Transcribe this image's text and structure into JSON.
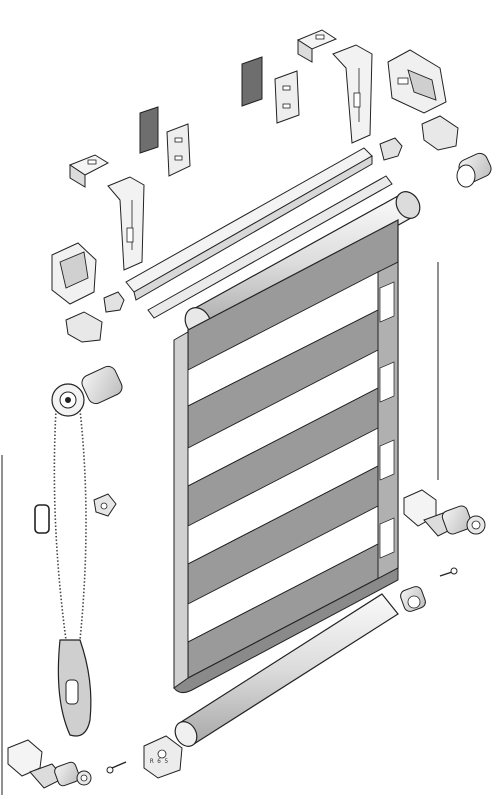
{
  "diagram": {
    "colors": {
      "fabric": "#9a9a9a",
      "fabric_dark": "#7d7d7d",
      "sheer": "#ffffff",
      "metal": "#e6e6e6",
      "outline": "#222222",
      "pad": "#6e6e6e",
      "shade": "#c8c8c8"
    },
    "part_icons": [
      "mounting-bracket",
      "adhesive-pad",
      "top-rail-cassette",
      "cassette-cover-strip",
      "top-roller-tube",
      "zebra-fabric",
      "bottom-rail-tube",
      "chain-control-mechanism",
      "bead-chain",
      "chain-weight",
      "chain-stopper",
      "idle-end-plug",
      "end-cap",
      "side-bracket",
      "screw"
    ],
    "small_marks": {
      "bottom_bracket_code": "R 6 5"
    }
  }
}
